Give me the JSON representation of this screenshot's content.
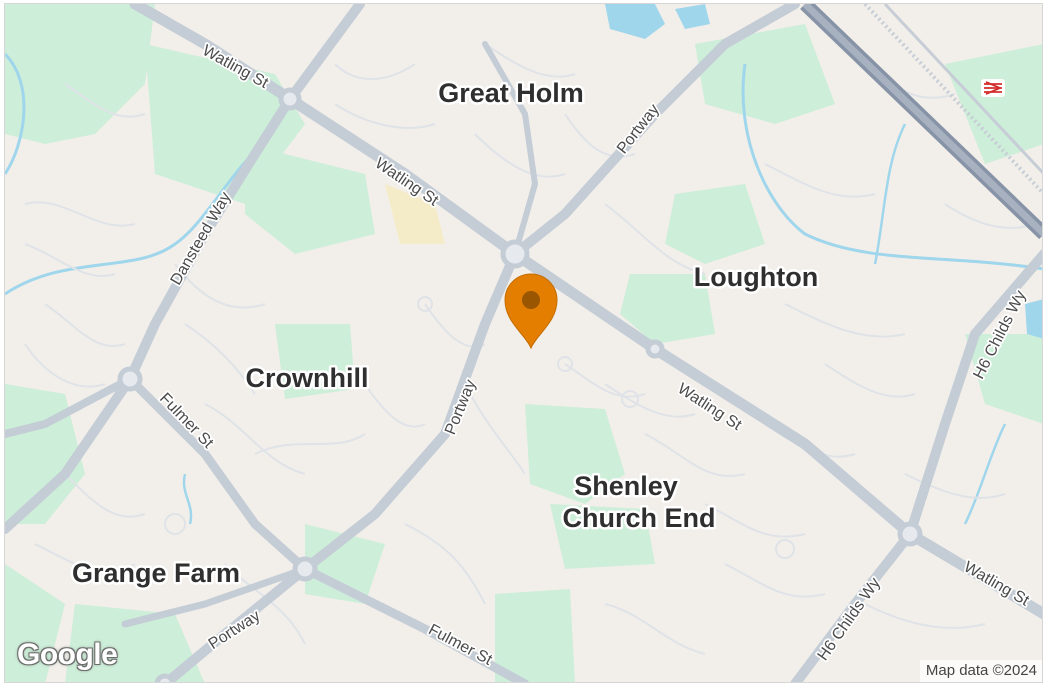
{
  "map": {
    "places": {
      "great_holm": "Great Holm",
      "loughton": "Loughton",
      "crownhill": "Crownhill",
      "shenley_1": "Shenley",
      "shenley_2": "Church End",
      "grange_farm": "Grange Farm"
    },
    "roads": {
      "watling_1": "Watling St",
      "watling_2": "Watling St",
      "watling_3": "Watling St",
      "watling_4": "Watling St",
      "portway_1": "Portway",
      "portway_2": "Portway",
      "portway_3": "Portway",
      "dansteed": "Dansteed Way",
      "fulmer_1": "Fulmer St",
      "fulmer_2": "Fulmer St",
      "h6_1": "H6 Childs Wy",
      "h6_2": "H6 Childs Wy"
    },
    "logo": "Google",
    "attribution": "Map data ©2024",
    "colors": {
      "land": "#f2efea",
      "park": "#cdeed8",
      "water": "#9fd6ec",
      "road": "#c4ccd6",
      "marker": "#e37e00",
      "motorway": "#8793a6"
    },
    "marker": {
      "icon": "map-pin-icon"
    },
    "station": {
      "icon": "rail-station-icon"
    }
  }
}
